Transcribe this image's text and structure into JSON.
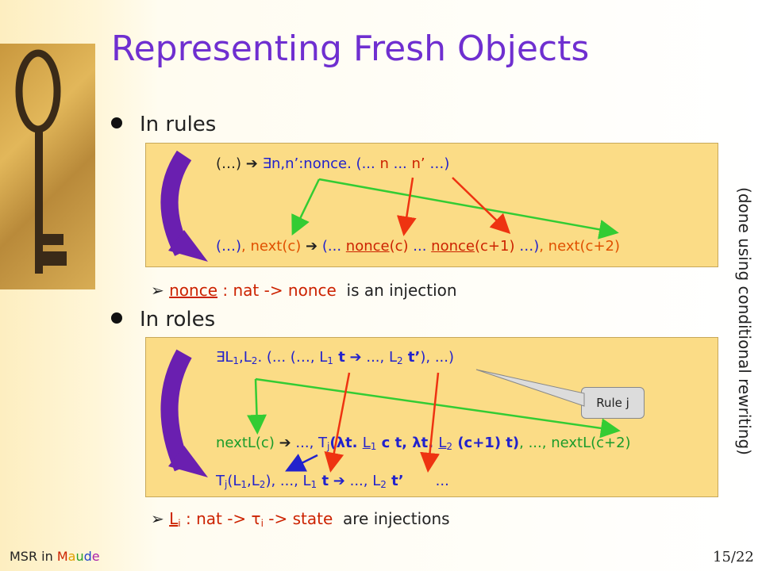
{
  "title": "Representing Fresh Objects",
  "bullets": {
    "rules": "In rules",
    "roles": "In roles"
  },
  "rules_box": {
    "top_open": "(…)",
    "top_exists": "∃n,n’:nonce. (... ",
    "top_n": "n",
    "top_mid": " ... ",
    "top_n2": "n’",
    "top_close": " …)",
    "bot_open": "(…)",
    "bot_next": ", next(c)",
    "bot_paren": "(... ",
    "bot_nonce_c": "nonce",
    "bot_arg_c": "(c)",
    "bot_dots": " ... ",
    "bot_nonce_c1": "nonce",
    "bot_arg_c1": "(c+1)",
    "bot_tail": " …)",
    "bot_next2": ", next(c+2)"
  },
  "rules_sub": {
    "nonce": "nonce",
    "sig": " : nat -> nonce",
    "text": "is an injection"
  },
  "roles_box": {
    "l1_exists": "∃L",
    "l1_sub1": "1",
    "l1_comma": ",L",
    "l1_sub2": "2",
    "l1_rest1": ". (... (…, L",
    "l1_sub3": "1",
    "l1_t1": " t",
    "l1_rest2": " ..., L",
    "l1_sub4": "2",
    "l1_t2": " t’",
    "l1_end": "), ...)",
    "l2_next": "nextL(c)",
    "l2_a": " ..., T",
    "l2_j": "j",
    "l2_b": "(λt. ",
    "l2_L1": "L",
    "l2_L1s": "1",
    "l2_c": " c t, λt. ",
    "l2_L2": "L",
    "l2_L2s": "2",
    "l2_d": " (c+1) t)",
    "l2_e": ", ..., nextL(c+2)",
    "l3_T": "T",
    "l3_j": "j",
    "l3_a": "(L",
    "l3_s1": "1",
    "l3_b": ",L",
    "l3_s2": "2",
    "l3_c": "), ..., L",
    "l3_s3": "1",
    "l3_t1": " t",
    "l3_d": " ..., L",
    "l3_s4": "2",
    "l3_t2": " t’",
    "l3_e": "...",
    "callout": "Rule j"
  },
  "roles_sub": {
    "L": "L",
    "i": "i",
    "sig1": " : nat -> ",
    "tau": "τ",
    "tau_i": "i",
    "sig2": " -> state",
    "text": "are injections"
  },
  "side_note": "(done using conditional rewriting)",
  "footer": {
    "msr": "MSR in ",
    "maude_letters": [
      "M",
      "a",
      "u",
      "d",
      "e"
    ],
    "page": "15/22"
  },
  "colors": {
    "title": "#6f2fd0",
    "box_fill": "#fbdc86",
    "green_arrow": "#33cc33",
    "red_arrow": "#ee3311",
    "blue_arrow": "#2222cc",
    "purple_curve": "#6a1fb0"
  },
  "icons": {
    "rules_curve": "purple-curved-arrow-icon",
    "roles_curve": "purple-curved-arrow-icon",
    "key": "antique-key-icon",
    "implies": "right-arrow-icon"
  }
}
